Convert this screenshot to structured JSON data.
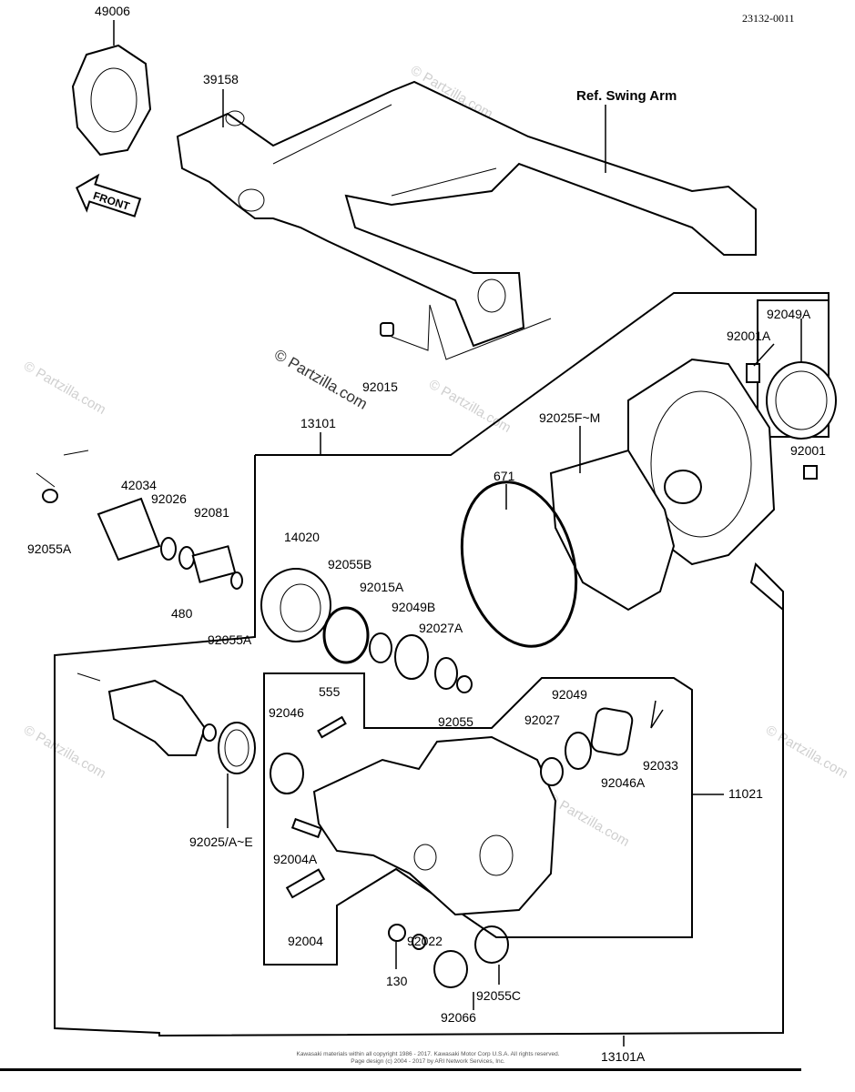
{
  "diagram_code": "23132-0011",
  "reference_label": "Ref. Swing Arm",
  "front_arrow": "FRONT",
  "watermark": "© Partzilla.com",
  "copyright": {
    "line1": "Kawasaki materials within all copyright 1986 - 2017. Kawasaki Motor Corp U.S.A. All rights reserved.",
    "line2": "Page design (c) 2004 - 2017 by ARI Network Services, Inc."
  },
  "parts": {
    "p49006": "49006",
    "p39158": "39158",
    "p92015": "92015",
    "p13101": "13101",
    "p92049A": "92049A",
    "p92001A": "92001A",
    "p92025FM": "92025F~M",
    "p92001": "92001",
    "p671": "671",
    "p42034": "42034",
    "p92026": "92026",
    "p92081": "92081",
    "p92055A_1": "92055A",
    "p14020": "14020",
    "p92055B": "92055B",
    "p92015A": "92015A",
    "p92049B": "92049B",
    "p92027A": "92027A",
    "p480": "480",
    "p92055A_2": "92055A",
    "p555": "555",
    "p92046": "92046",
    "p92055": "92055",
    "p92049": "92049",
    "p92027": "92027",
    "p92033": "92033",
    "p92046A": "92046A",
    "p11021": "11021",
    "p92025AE": "92025/A~E",
    "p92004A": "92004A",
    "p92004": "92004",
    "p92022": "92022",
    "p130": "130",
    "p92055C": "92055C",
    "p92066": "92066",
    "p13101A": "13101A"
  }
}
